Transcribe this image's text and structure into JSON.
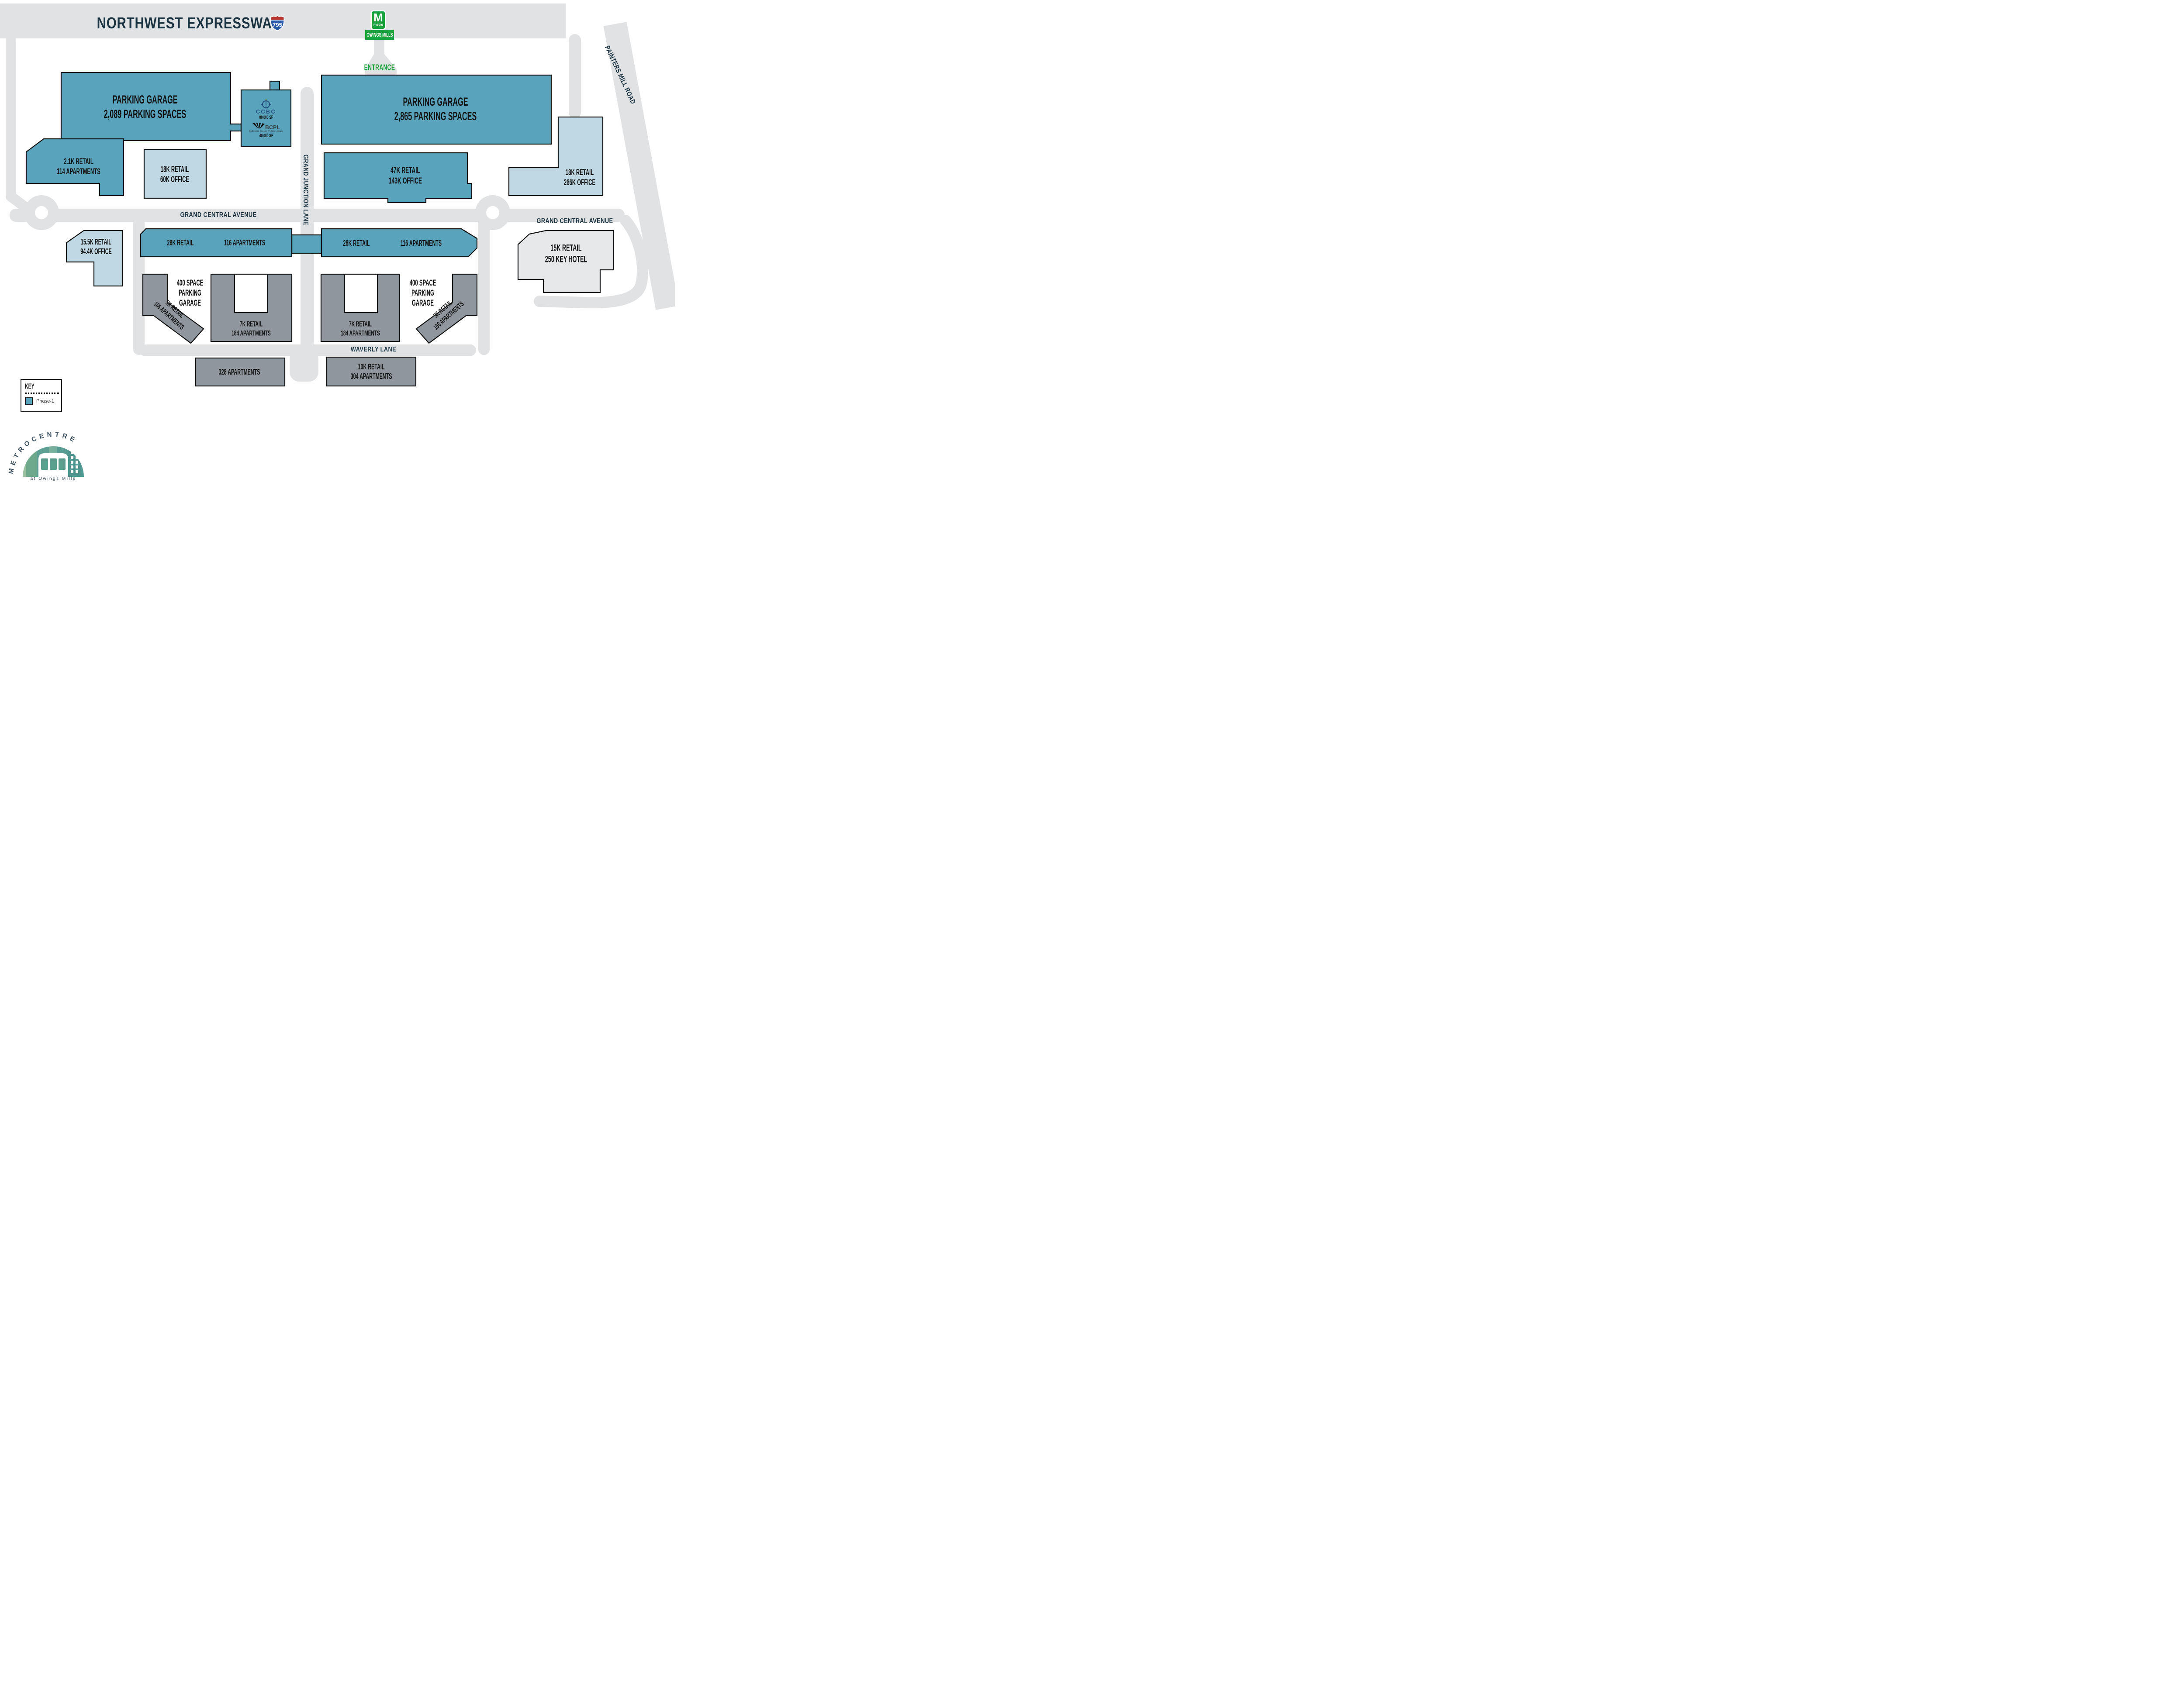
{
  "header": {
    "highway": "NORTHWEST EXPRESSWAY",
    "shield": "795"
  },
  "metro_station": {
    "m": "M",
    "metro": "metro",
    "name": "OWINGS MILLS",
    "entrance": "ENTRANCE"
  },
  "roads": {
    "grand_junction_lane": "GRAND JUNCTION LANE",
    "grand_central_avenue_west": "GRAND CENTRAL AVENUE",
    "grand_central_avenue_east": "GRAND CENTRAL AVENUE",
    "waverly_lane": "WAVERLY LANE",
    "painters_mill_road": "PAINTERS MILL ROAD"
  },
  "buildings": {
    "parking_garage_west": {
      "line1": "PARKING GARAGE",
      "line2": "2,089 PARKING SPACES"
    },
    "parking_garage_east": {
      "line1": "PARKING GARAGE",
      "line2": "2,865 PARKING SPACES"
    },
    "ccbc": {
      "name": "CCBC",
      "size": "80,000 SF"
    },
    "bcpl": {
      "name": "BCPL",
      "subtitle": "Baltimore County Public Library",
      "size": "40,000 SF"
    },
    "retail_2_1k": {
      "line1": "2.1K RETAIL",
      "line2": "114 APARTMENTS"
    },
    "retail_18k_60k": {
      "line1": "18K RETAIL",
      "line2": "60K OFFICE"
    },
    "retail_47k_143k": {
      "line1": "47K RETAIL",
      "line2": "143K OFFICE"
    },
    "retail_18k_266k": {
      "line1": "18K RETAIL",
      "line2": "266K OFFICE"
    },
    "retail_15_5k_94_4k": {
      "line1": "15.5K RETAIL",
      "line2": "94.4K OFFICE"
    },
    "mixed_use_west": {
      "retail": "28K RETAIL",
      "apartments": "116 APARTMENTS"
    },
    "mixed_use_east": {
      "retail": "28K RETAIL",
      "apartments": "116 APARTMENTS"
    },
    "hotel": {
      "line1": "15K RETAIL",
      "line2": "250 KEY HOTEL"
    },
    "garage_400_west": {
      "line1": "400 SPACE",
      "line2": "PARKING",
      "line3": "GARAGE"
    },
    "garage_400_east": {
      "line1": "400 SPACE",
      "line2": "PARKING",
      "line3": "GARAGE"
    },
    "l_building_west": {
      "line1": "5K RETAIL",
      "line2": "166 APARTMENTS"
    },
    "l_building_east": {
      "line1": "5K RETAIL",
      "line2": "166 APARTMENTS"
    },
    "u_building_west": {
      "line1": "7K RETAIL",
      "line2": "184 APARTMENTS"
    },
    "u_building_east": {
      "line1": "7K RETAIL",
      "line2": "184 APARTMENTS"
    },
    "apartments_328": {
      "line1": "328 APARTMENTS"
    },
    "retail_10k_304": {
      "line1": "10K RETAIL",
      "line2": "304 APARTMENTS"
    }
  },
  "legend": {
    "title": "KEY",
    "phase1_label": "Phase-1"
  },
  "logo": {
    "arc_text": "METROCENTRE",
    "subtitle": "at Owings Mills"
  },
  "colors": {
    "phase1_teal": "#5AA3BC",
    "light_blue": "#BFD8E3",
    "gray_building": "#8F969D",
    "hotel_fill": "#E7E8EA",
    "road_gray": "#E1E2E4",
    "navy_text": "#1C3442",
    "metro_green": "#1AA23C",
    "ccbc_blue": "#1F4D7C",
    "shield_blue": "#2A5AA8",
    "shield_red": "#B5332C"
  }
}
